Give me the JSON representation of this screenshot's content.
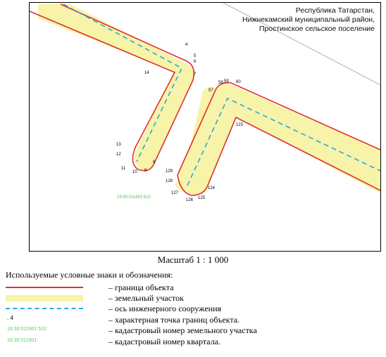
{
  "region": {
    "line1": "Республика Татарстан,",
    "line2": "Нижнекамский муниципальный район,",
    "line3": "Простинское сельское поселение"
  },
  "points": {
    "p4": "4",
    "p5": "5",
    "p6": "6",
    "p7": "7",
    "p8": "8",
    "p9": "9",
    "p10": "10",
    "p11": "11",
    "p12": "12",
    "p13": "13",
    "p14": "14",
    "p57": "57",
    "p58": "58",
    "p59": "59",
    "p60": "60",
    "p123": "123",
    "p124": "124",
    "p125": "125",
    "p126": "126",
    "p127": "127",
    "p128": "128",
    "p129": "129"
  },
  "cadastral_parcel_label": "16:30:011801:510",
  "scale": "Масштаб 1 : 1 000",
  "legend": {
    "title": "Используемые условные знаки и обозначения:",
    "items": [
      {
        "symbol": "red-line",
        "text": "– граница объекта"
      },
      {
        "symbol": "yellow-fill",
        "text": "– земельный участок"
      },
      {
        "symbol": "blue-dashed",
        "text": "– ось инженерного сооружения"
      },
      {
        "symbol": "point",
        "symbol_text": ". 4",
        "text": "– характерная точка границ объекта."
      },
      {
        "symbol": "green-text",
        "symbol_text": "16:30:011801:510",
        "text": "– кадастровый номер земельного участка"
      },
      {
        "symbol": "green-text",
        "symbol_text": "16:30:011801",
        "text": "– кадастровый номер квартала."
      }
    ]
  },
  "colors": {
    "boundary": "#e03030",
    "parcel": "#f7f3a8",
    "axis": "#2aa8e0",
    "cadastral": "#4cc24c"
  }
}
